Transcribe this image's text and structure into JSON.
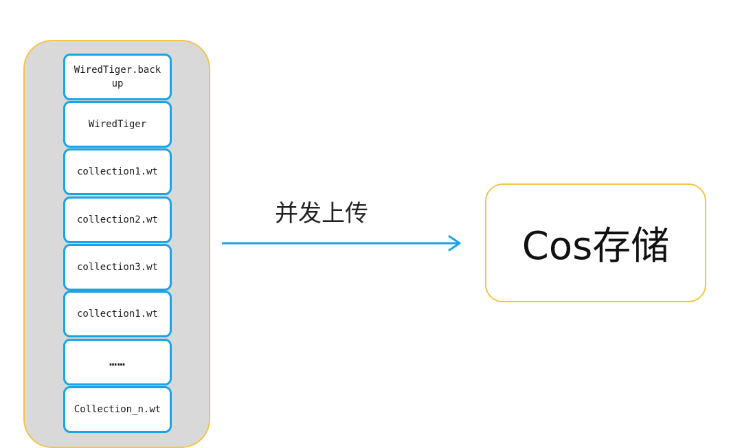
{
  "source": {
    "files": [
      {
        "label": "WiredTiger.back\nup"
      },
      {
        "label": "WiredTiger"
      },
      {
        "label": "collection1.wt"
      },
      {
        "label": "collection2.wt"
      },
      {
        "label": "collection3.wt"
      },
      {
        "label": "collection1.wt"
      },
      {
        "label": "……"
      },
      {
        "label": "Collection_n.wt"
      }
    ]
  },
  "flow": {
    "label": "并发上传"
  },
  "target": {
    "label": "Cos存储"
  },
  "colors": {
    "container_fill": "#d9d9d9",
    "container_border": "#f2c44b",
    "file_border": "#1aa3e6",
    "arrow": "#1aa3e6",
    "target_border": "#f2c44b"
  }
}
